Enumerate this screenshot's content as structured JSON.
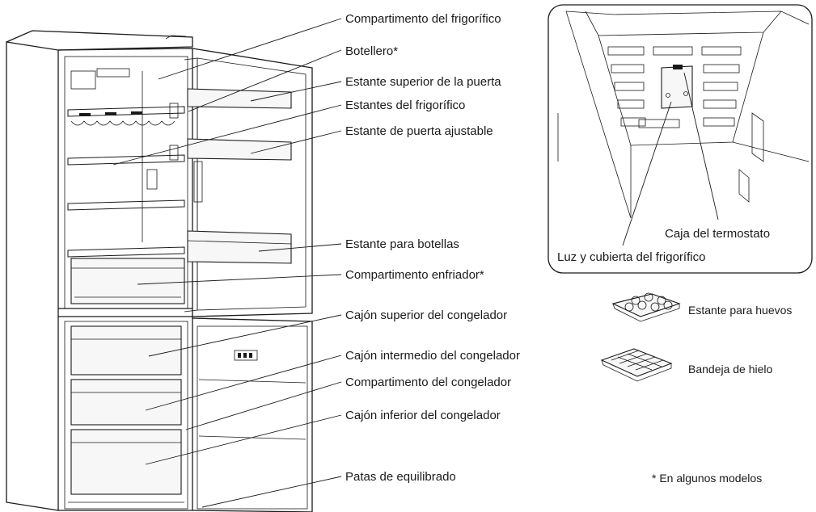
{
  "labels": {
    "fridge_compartment": "Compartimento del frigorífico",
    "wine_rack": "Botellero*",
    "upper_door_shelf": "Estante superior de la puerta",
    "fridge_shelves": "Estantes del frigorífico",
    "adjustable_door_shelf": "Estante de puerta ajustable",
    "bottle_shelf": "Estante para botellas",
    "chiller_compartment": "Compartimento enfriador*",
    "upper_freezer_drawer": "Cajón superior del congelador",
    "middle_freezer_drawer": "Cajón intermedio del congelador",
    "freezer_compartment": "Compartimento del congelador",
    "lower_freezer_drawer": "Cajón inferior del congelador",
    "leveling_feet": "Patas de equilibrado"
  },
  "inset": {
    "thermostat_box": "Caja del termostato",
    "light_cover": "Luz y cubierta del frigorífico"
  },
  "accessories": {
    "egg_tray": "Estante para huevos",
    "ice_tray": "Bandeja de hielo"
  },
  "footnote": "* En algunos modelos"
}
